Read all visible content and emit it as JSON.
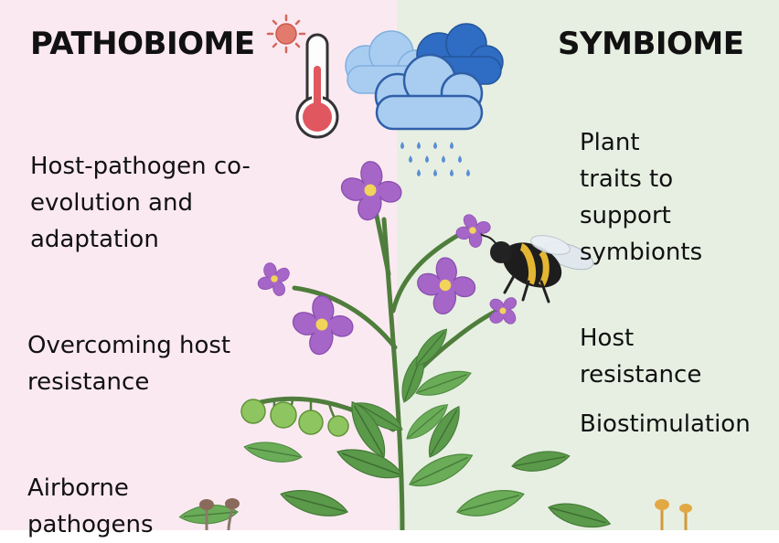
{
  "left": {
    "title": "PATHOBIOME",
    "items": [
      {
        "line1": "Host-pathogen co-",
        "line2": "evolution and",
        "line3": "adaptation"
      },
      {
        "line1": "Overcoming host",
        "line2": "resistance"
      },
      {
        "line1": "Airborne",
        "line2": "pathogens"
      }
    ]
  },
  "right": {
    "title": "SYMBIOME",
    "items": [
      {
        "line1": "Plant",
        "line2": "traits to",
        "line3": "support",
        "line4": "symbionts"
      },
      {
        "line1": "Host",
        "line2": "resistance"
      },
      {
        "line1": "Biostimulation"
      }
    ]
  },
  "icons": [
    "sun-icon",
    "thermometer-icon",
    "cloud-icon",
    "rain-icon",
    "bee-icon",
    "plant-icon",
    "flower-icon",
    "tomato-icon",
    "mushroom-icon"
  ],
  "colors": {
    "left_bg": "#fbe9f2",
    "right_bg": "#e7efe2",
    "flower": "#a566c8",
    "leaf": "#5a9a4a",
    "stem": "#4f7e3c",
    "thermometer_red": "#e0575f",
    "cloud_light": "#a9cdf0",
    "cloud_dark": "#2f6cc3",
    "rain": "#5a8fd6"
  }
}
